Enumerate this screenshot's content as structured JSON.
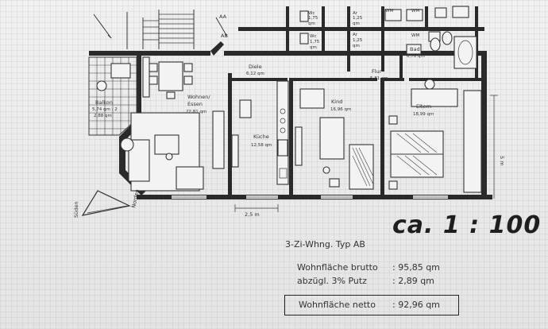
{
  "rooms": {
    "wc_top": {
      "name": "Wc",
      "area": "1,75",
      "unit": "qm"
    },
    "ar_top": {
      "name": "Ar",
      "area": "1,25",
      "unit": "qm"
    },
    "wm_top_1": {
      "name": "WM"
    },
    "wm_top_2": {
      "name": "WM"
    },
    "wc": {
      "name": "Wc",
      "area": "1,75",
      "unit": "qm"
    },
    "ar": {
      "name": "Ar",
      "area": "1,25",
      "unit": "qm"
    },
    "wm": {
      "name": "WM"
    },
    "bad": {
      "name": "Bad",
      "area": "6,70 qm"
    },
    "diele": {
      "name": "Diele",
      "area": "6,12 qm"
    },
    "flur": {
      "name": "Flur",
      "area": "5,81 qm"
    },
    "balkon": {
      "name": "Balkon",
      "area_line1": "5,74 qm : 2",
      "area_line2": "2,88 qm"
    },
    "wohnen": {
      "name_line1": "Wohnen/",
      "name_line2": "Essen",
      "area": "22,81 qm"
    },
    "kueche": {
      "name": "Küche",
      "area": "12,58 qm"
    },
    "kind": {
      "name": "Kind",
      "area": "16,96 qm"
    },
    "eltern": {
      "name": "Eltern",
      "area": "18,99 qm"
    }
  },
  "labels": {
    "aa": "AA",
    "ab": "AB",
    "dim_bottom": "2,5 m",
    "dim_right": "5 m",
    "sueden": "Süden",
    "norden": "Norden"
  },
  "scale": "ca. 1 : 100",
  "info": {
    "type": "3-Zi-Whng. Typ AB",
    "brutto_label": "Wohnfläche brutto",
    "brutto_value": ": 95,85 qm",
    "putz_label": "abzügl. 3% Putz",
    "putz_value": ": 2,89 qm",
    "netto_label": "Wohnfläche netto",
    "netto_value": ": 92,96 qm"
  }
}
